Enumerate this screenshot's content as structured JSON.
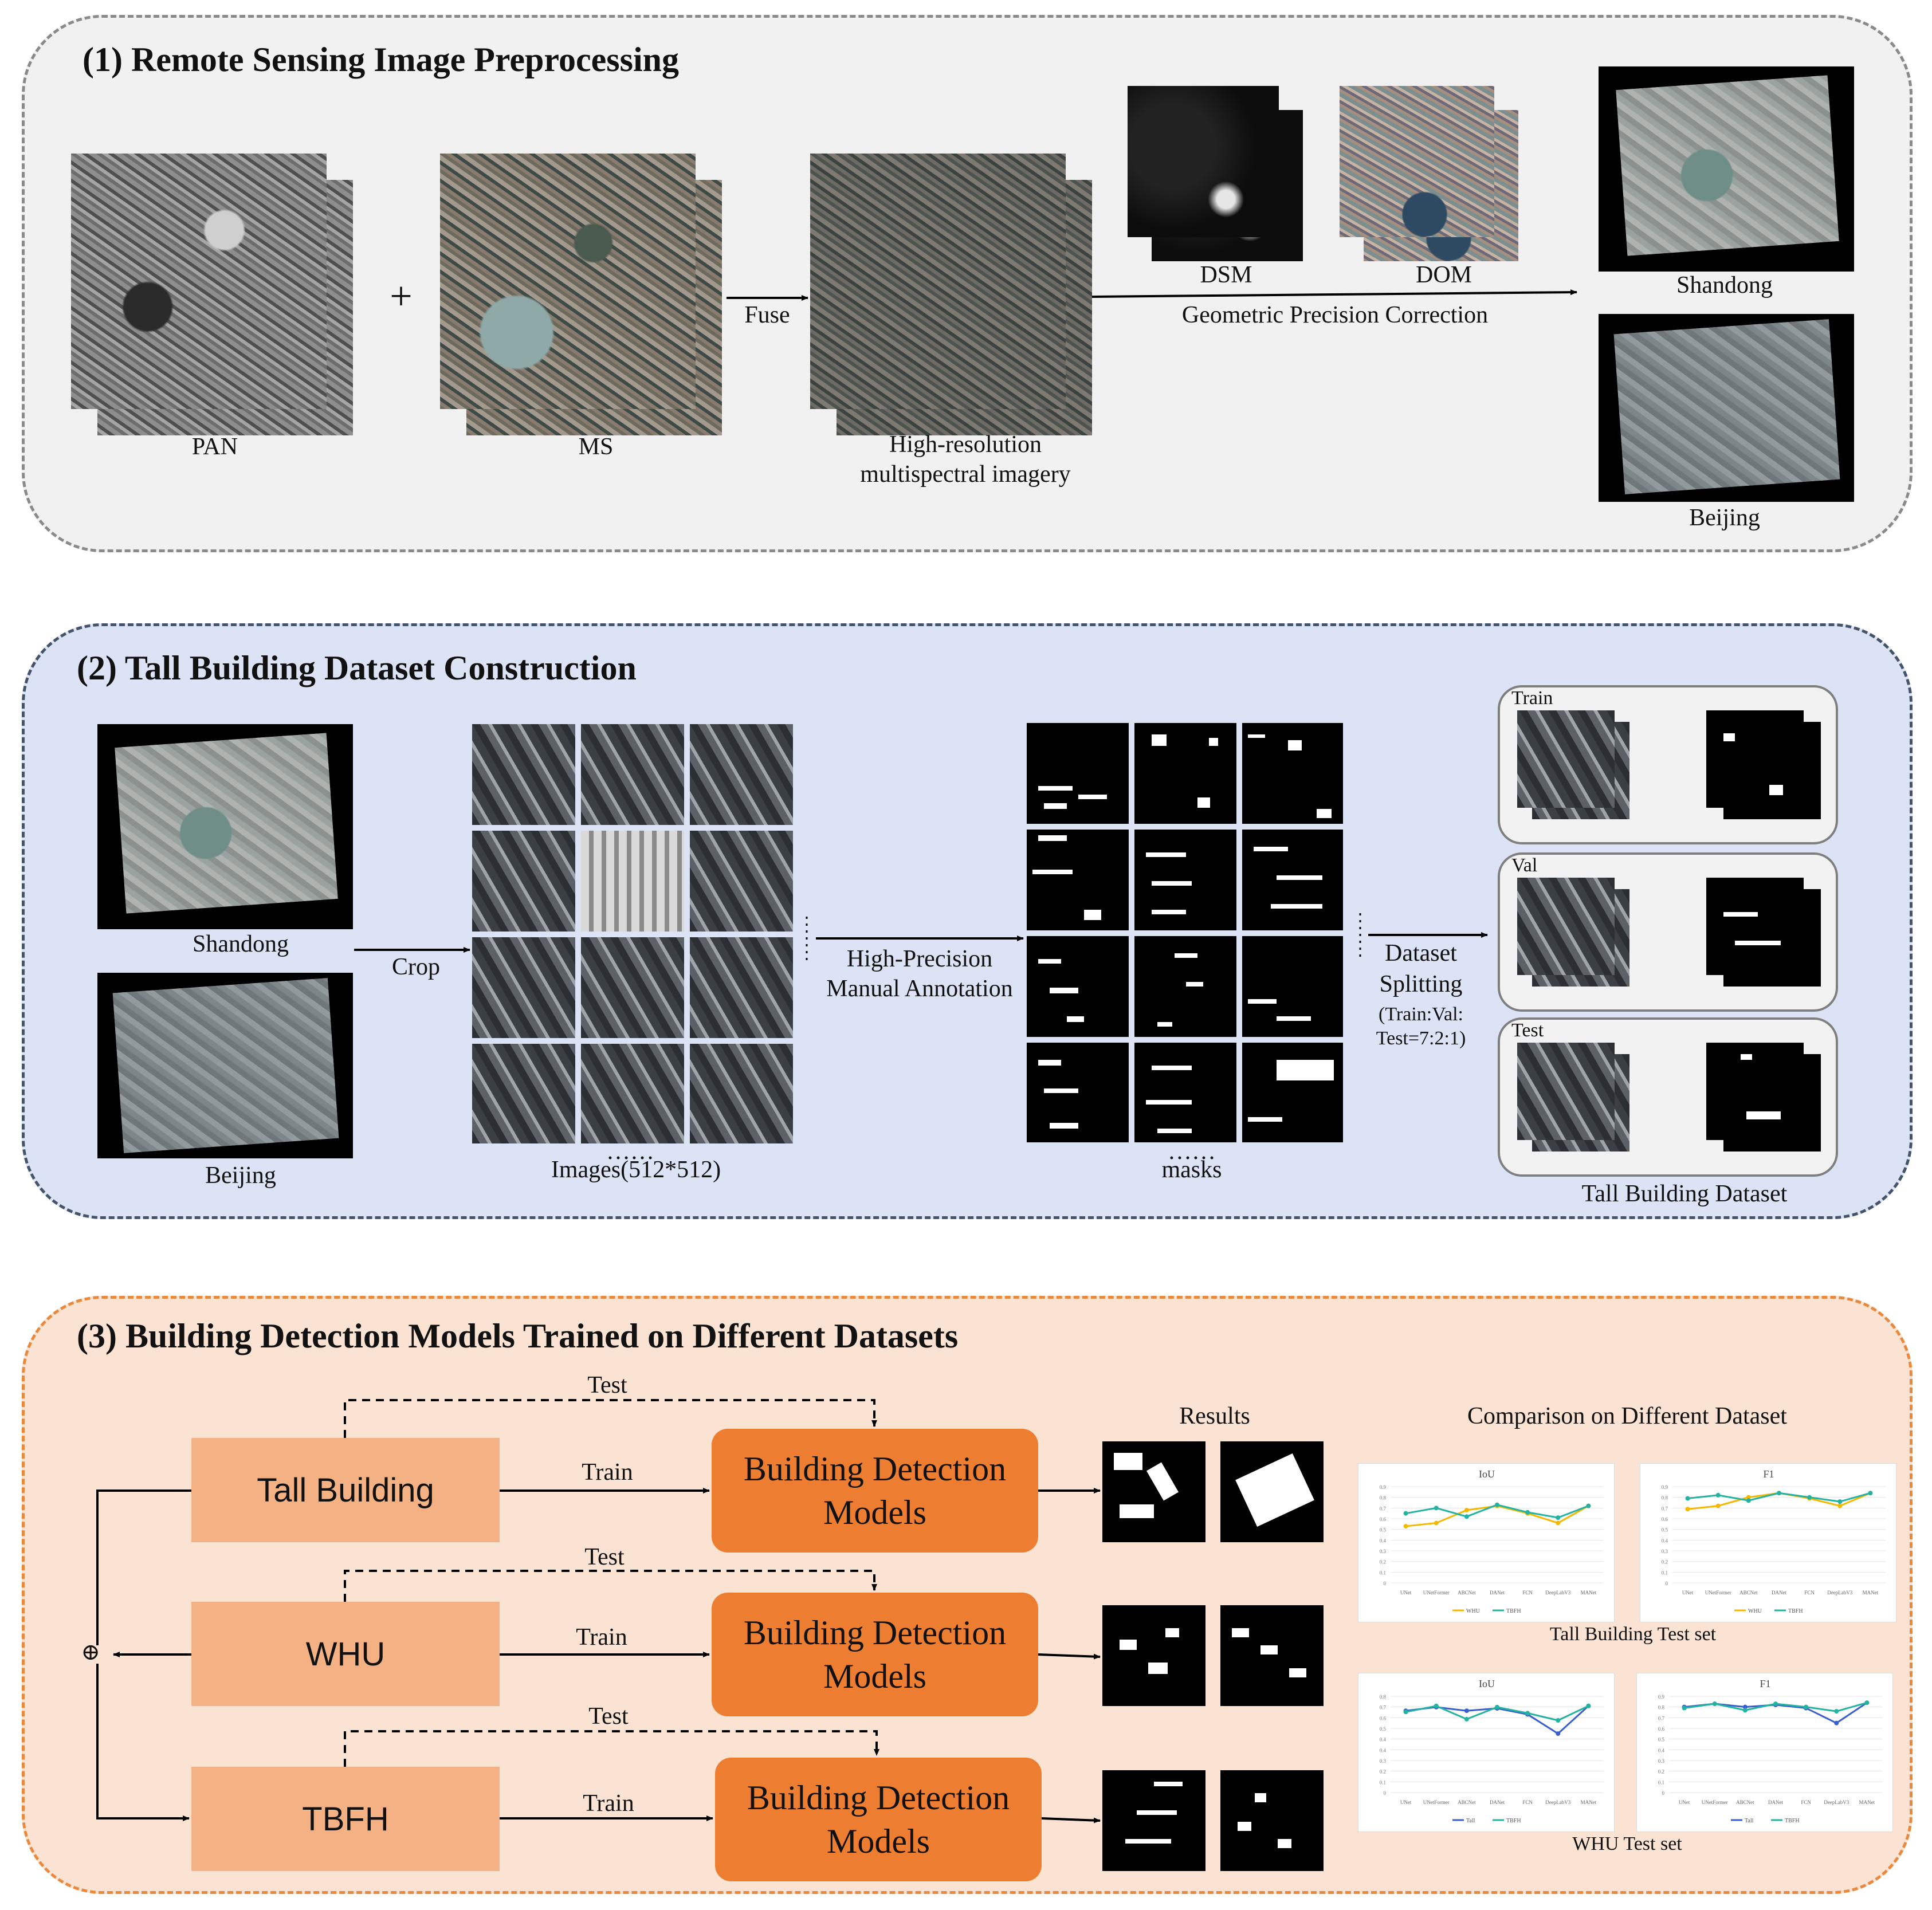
{
  "panel1": {
    "title": "(1) Remote Sensing Image Preprocessing",
    "pan_label": "PAN",
    "ms_label": "MS",
    "plus": "+",
    "fuse_label": "Fuse",
    "hr_label_line1": "High-resolution",
    "hr_label_line2": "multispectral imagery",
    "dsm_label": "DSM",
    "dom_label": "DOM",
    "gpc_label": "Geometric Precision Correction",
    "shandong_label": "Shandong",
    "beijing_label": "Beijing"
  },
  "panel2": {
    "title": "(2) Tall Building Dataset Construction",
    "shandong_label": "Shandong",
    "beijing_label": "Beijing",
    "crop_label": "Crop",
    "images_dots": "……",
    "images_label": "Images(512*512)",
    "annot_line1": "High-Precision",
    "annot_line2": "Manual Annotation",
    "masks_dots": "……",
    "masks_label": "masks",
    "split_line1": "Dataset",
    "split_line2": "Splitting",
    "split_line3": "(Train:Val:",
    "split_line4": "Test=7:2:1)",
    "train_label": "Train",
    "val_label": "Val",
    "test_label": "Test",
    "dataset_label": "Tall Building Dataset"
  },
  "panel3": {
    "title": "(3) Building Detection Models Trained on Different Datasets",
    "results_label": "Results",
    "comparison_label": "Comparison on Different Dataset",
    "rows": [
      {
        "dataset": "Tall Building",
        "train": "Train",
        "test": "Test",
        "model_line1": "Building Detection",
        "model_line2": "Models"
      },
      {
        "dataset": "WHU",
        "train": "Train",
        "test": "Test",
        "model_line1": "Building Detection",
        "model_line2": "Models"
      },
      {
        "dataset": "TBFH",
        "train": "Train",
        "test": "Test",
        "model_line1": "Building Detection",
        "model_line2": "Models"
      }
    ],
    "oplus": "⊕",
    "tall_test_label": "Tall Building Test set",
    "whu_test_label": "WHU Test set"
  },
  "chart_data": [
    {
      "type": "line",
      "title": "IoU",
      "categories": [
        "UNet",
        "UNetFormer",
        "ABCNet",
        "DANet",
        "FCN",
        "DeepLabV3",
        "MANet"
      ],
      "series": [
        {
          "name": "WHU",
          "values": [
            0.53,
            0.56,
            0.68,
            0.72,
            0.65,
            0.56,
            0.72
          ]
        },
        {
          "name": "TBFH",
          "values": [
            0.65,
            0.7,
            0.62,
            0.73,
            0.66,
            0.61,
            0.72
          ]
        }
      ],
      "ylim": [
        0,
        0.9
      ]
    },
    {
      "type": "line",
      "title": "F1",
      "categories": [
        "UNet",
        "UNetFormer",
        "ABCNet",
        "DANet",
        "FCN",
        "DeepLabV3",
        "MANet"
      ],
      "series": [
        {
          "name": "WHU",
          "values": [
            0.69,
            0.72,
            0.8,
            0.84,
            0.79,
            0.72,
            0.84
          ]
        },
        {
          "name": "TBFH",
          "values": [
            0.79,
            0.82,
            0.77,
            0.84,
            0.8,
            0.76,
            0.84
          ]
        }
      ],
      "ylim": [
        0,
        0.9
      ]
    },
    {
      "type": "line",
      "title": "IoU",
      "categories": [
        "UNet",
        "UNetFormer",
        "ABCNet",
        "DANet",
        "FCN",
        "DeepLabV3",
        "MANet"
      ],
      "series": [
        {
          "name": "Tall",
          "values": [
            0.68,
            0.71,
            0.68,
            0.7,
            0.65,
            0.49,
            0.72
          ]
        },
        {
          "name": "TBFH",
          "values": [
            0.67,
            0.72,
            0.61,
            0.71,
            0.66,
            0.6,
            0.72
          ]
        }
      ],
      "ylim": [
        0,
        0.8
      ]
    },
    {
      "type": "line",
      "title": "F1",
      "categories": [
        "UNet",
        "UNetFormer",
        "ABCNet",
        "DANet",
        "FCN",
        "DeepLabV3",
        "MANet"
      ],
      "series": [
        {
          "name": "Tall",
          "values": [
            0.8,
            0.83,
            0.8,
            0.82,
            0.79,
            0.65,
            0.84
          ]
        },
        {
          "name": "TBFH",
          "values": [
            0.79,
            0.83,
            0.77,
            0.83,
            0.8,
            0.76,
            0.84
          ]
        }
      ],
      "ylim": [
        0,
        0.9
      ]
    }
  ],
  "colors": {
    "panel1_bg": "#f1f1f1",
    "panel2_bg": "#dbe3f5",
    "panel3_bg": "#fbe3d3",
    "dataset_box": "#f4b183",
    "model_box": "#ed7d31",
    "series_a": "#f5b800",
    "series_b": "#24b3a0",
    "series_tall": "#3a5fcd"
  }
}
